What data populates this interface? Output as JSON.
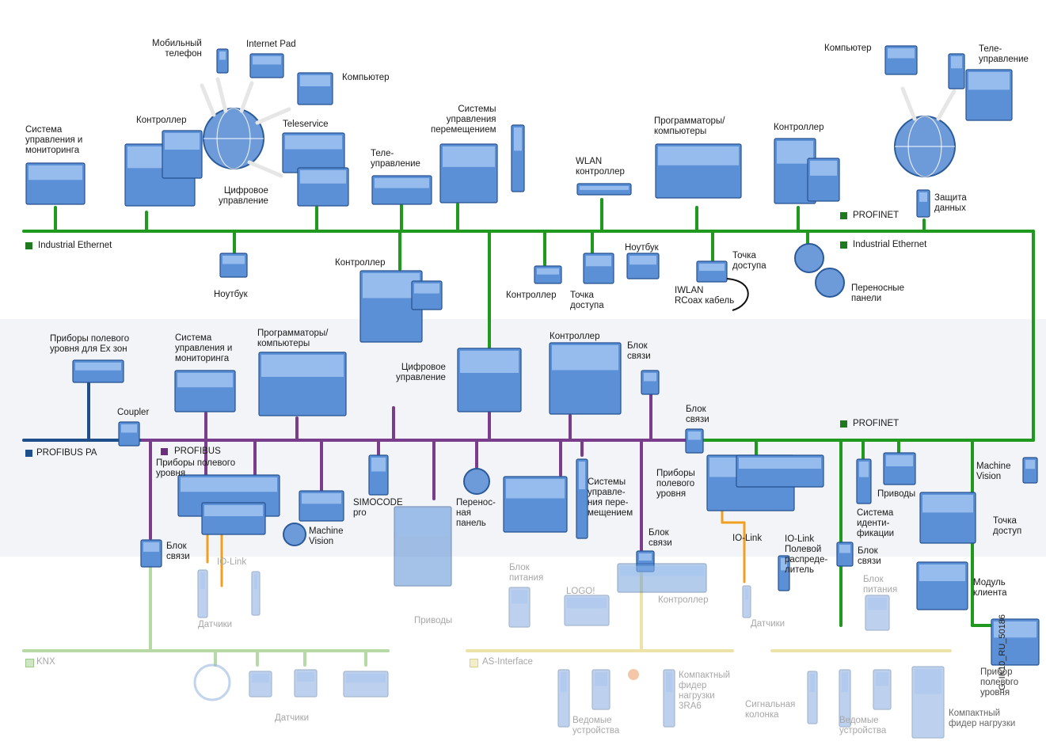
{
  "colors": {
    "ethernet": "#1f9a1f",
    "profibus": "#7a3d8c",
    "profibus_pa": "#1e4f8a",
    "io_link": "#f0a020",
    "knx": "#b6d9a6",
    "as_interface": "#ede3a8",
    "device_fill": "#5b8fd6",
    "device_stroke": "#24508f",
    "background_band": "#eef2f6"
  },
  "legend": {
    "industrial_ethernet_left": "Industrial Ethernet",
    "industrial_ethernet_right": "Industrial Ethernet",
    "profinet_top": "PROFINET",
    "profinet_mid": "PROFINET",
    "profibus_pa": "PROFIBUS PA",
    "profibus": "PROFIBUS",
    "knx": "KNX",
    "as_interface": "AS-Interface"
  },
  "labels": {
    "mobile_phone": "Мобильный\nтелефон",
    "internet_pad": "Internet Pad",
    "computer_top": "Компьютер",
    "controller_top_left": "Контроллер",
    "teleservice": "Teleservice",
    "digital_control_top": "Цифровое\nуправление",
    "hmi_system_top": "Система\nуправления и\nмониторинга",
    "telecontrol_top": "Теле-\nуправление",
    "motion_top": "Системы\nуправления\nперемещением",
    "wlan_controller": "WLAN\nконтроллер",
    "programmers_top": "Программаторы/\nкомпьютеры",
    "controller_top_right": "Контроллер",
    "computer_top_right": "Компьютер",
    "telecontrol_right": "Теле-\nуправление",
    "data_protection": "Защита\nданных",
    "laptop_left": "Ноутбук",
    "controller_mid": "Контроллер",
    "controller_small": "Контроллер",
    "access_point_1": "Точка\nдоступа",
    "laptop_right": "Ноутбук",
    "access_point_2": "Точка\nдоступа",
    "iwlan": "IWLAN\nRCoax кабель",
    "mobile_panels": "Переносные\nпанели",
    "field_ex": "Приборы полевого\nуровня для Ex зон",
    "hmi_system_mid": "Система\nуправления и\nмониторинга",
    "programmers_mid": "Программаторы/\nкомпьютеры",
    "digital_control_mid": "Цифровое\nуправление",
    "controller_mid2": "Контроллер",
    "comm_block_1": "Блок\nсвязи",
    "comm_block_2": "Блок\nсвязи",
    "coupler": "Coupler",
    "field_devices_left": "Приборы полевого\nуровня",
    "simocode": "SIMOCODE\npro",
    "mobile_panel_mid": "Перенос-\nная\nпанель",
    "motion_mid": "Системы\nуправле-\nния пере-\nмещением",
    "field_devices_right": "Приборы\nполевого\nуровня",
    "drives_right": "Приводы",
    "machine_vision_right": "Machine\nVision",
    "ident_system": "Система\nиденти-\nфикации",
    "access_point_3": "Точка\nдоступ",
    "machine_vision_left": "Machine\nVision",
    "comm_block_3": "Блок\nсвязи",
    "comm_block_4": "Блок\nсвязи",
    "io_link_right": "IO-Link",
    "io_link_dist": "IO-Link\nПолевой\nраспреде-\nлитель",
    "comm_block_5": "Блок\nсвязи",
    "client_module": "Модуль\nклиента",
    "io_link_left": "IO-Link",
    "sensors_1": "Датчики",
    "drives_mid": "Приводы",
    "power_supply_1": "Блок\nпитания",
    "logo": "LOGO!",
    "controller_low": "Контроллер",
    "sensors_2": "Датчики",
    "power_supply_2": "Блок\nпитания",
    "sensors_3": "Датчики",
    "slave_devices_1": "Ведомые\nустройства",
    "compact_feeder": "Компактный\nфидер\nнагрузки\n3RA6",
    "signal_column": "Сигнальная\nколонка",
    "slave_devices_2": "Ведомые\nустройства",
    "field_device_br": "Прибор\nполевого\nуровня",
    "compact_feeder_2": "Компактный\nфидер нагрузки",
    "figure_id": "G_IK10_RU_50186"
  }
}
